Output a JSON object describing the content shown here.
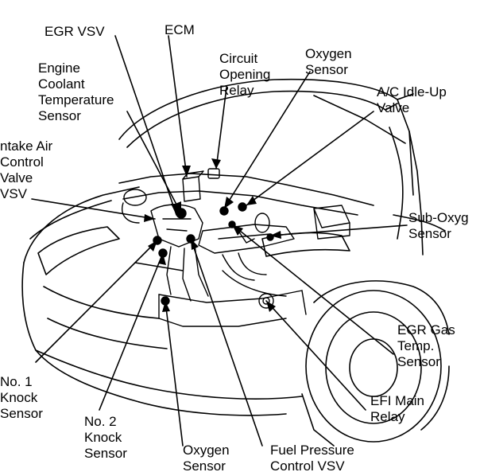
{
  "labels": {
    "egr_vsv": "EGR VSV",
    "ecm": "ECM",
    "circuit_opening_relay": "Circuit\nOpening\nRelay",
    "oxygen_sensor_top": "Oxygen\nSensor",
    "ac_idle_up_valve": "A/C Idle-Up\nValve",
    "engine_coolant_temp_sensor": "Engine\nCoolant\nTemperature\nSensor",
    "intake_air_control_valve_vsv": "ntake Air\nControl\nValve\nVSV",
    "sub_oxygen_sensor": "Sub-Oxyg\nSensor",
    "egr_gas_temp_sensor": "EGR Gas\nTemp.\nSensor",
    "efi_main_relay": "EFI Main\nRelay",
    "no1_knock_sensor": "No. 1\nKnock\nSensor",
    "no2_knock_sensor": "No. 2\nKnock\nSensor",
    "oxygen_sensor_bottom": "Oxygen\nSensor",
    "fuel_pressure_control_vsv": "Fuel Pressure\nControl VSV"
  }
}
